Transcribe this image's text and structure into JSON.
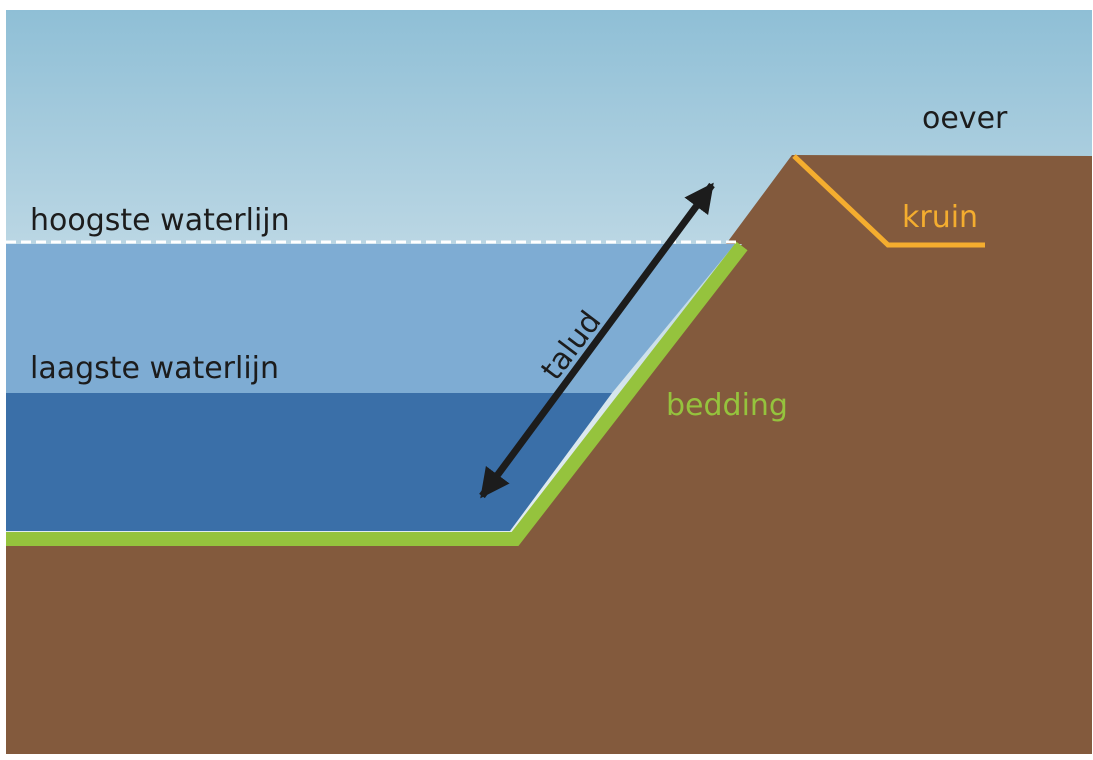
{
  "labels": {
    "oever": "oever",
    "kruin": "kruin",
    "hoogste_waterlijn": "hoogste waterlijn",
    "laagste_waterlijn": "laagste waterlijn",
    "talud": "talud",
    "bedding": "bedding"
  },
  "colors": {
    "sky_top": "#8fbfd6",
    "sky_bottom": "#eef3f4",
    "water_high": "#7eacd3",
    "water_low": "#3a6fa8",
    "earth": "#835a3d",
    "bedding": "#95c33d",
    "kruin": "#f4ad2f",
    "text": "#1c1c1c",
    "waterline_dash": "#ffffff"
  }
}
